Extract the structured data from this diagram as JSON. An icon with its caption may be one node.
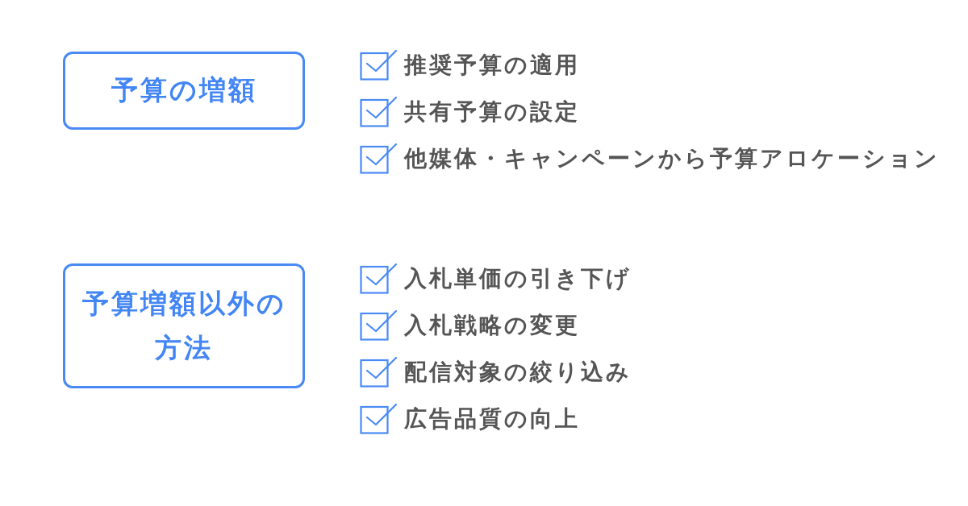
{
  "diagram": {
    "nodes": [
      {
        "text": [
          "予算の増額"
        ]
      },
      {
        "text": [
          "予算増額以外の方法"
        ]
      }
    ],
    "labels": [
      "推奨予算の適用",
      "共有予算の設定",
      "他媒体・キャンペーンから予算アロケーション",
      "入札単価の引き下げ",
      "入札戦略の変更",
      "配信対象の絞り込み",
      "広告品質の向上"
    ]
  }
}
